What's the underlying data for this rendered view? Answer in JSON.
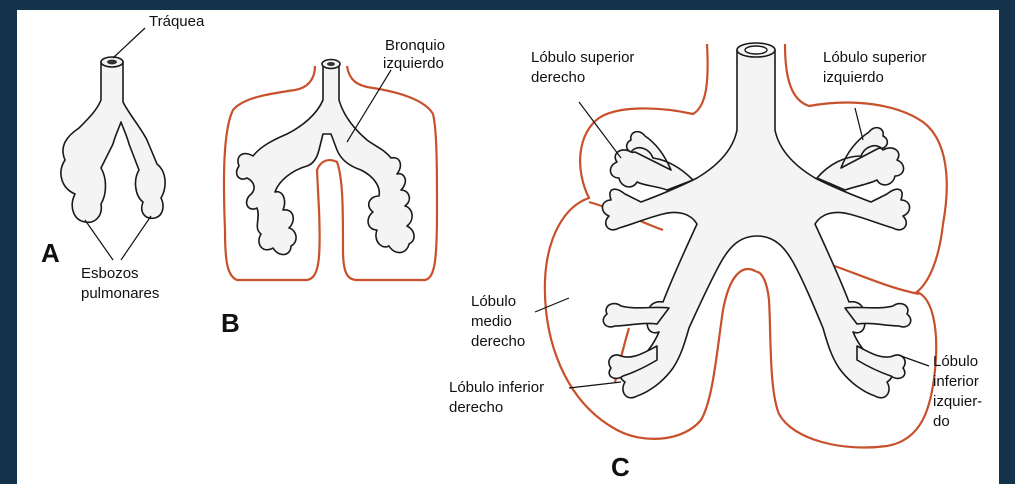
{
  "colors": {
    "frame": "#12334a",
    "outline": "#c8502a",
    "tissue": "#f4f4f4"
  },
  "stages": {
    "a": {
      "letter": "A",
      "labels": {
        "trachea": "Tráquea",
        "buds_line1": "Esbozos",
        "buds_line2": "pulmonares"
      }
    },
    "b": {
      "letter": "B",
      "labels": {
        "bronchus_line1": "Bronquio",
        "bronchus_line2": "izquierdo"
      }
    },
    "c": {
      "letter": "C",
      "labels": {
        "rsl_1": "Lóbulo superior",
        "rsl_2": "derecho",
        "lsl_1": "Lóbulo superior",
        "lsl_2": "izquierdo",
        "rml_1": "Lóbulo",
        "rml_2": "medio",
        "rml_3": "derecho",
        "ril_1": "Lóbulo inferior",
        "ril_2": "derecho",
        "lil_1": "Lóbulo",
        "lil_2": "inferior",
        "lil_3": "izquier-",
        "lil_4": "do"
      }
    }
  }
}
